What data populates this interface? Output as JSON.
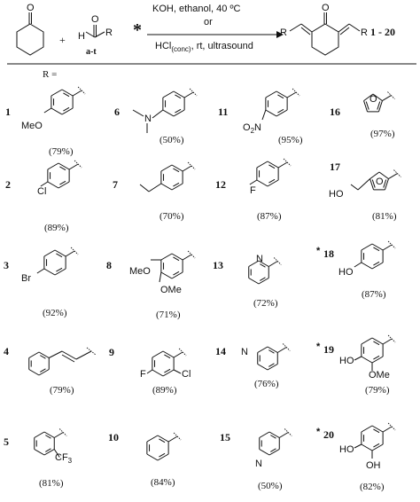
{
  "scheme": {
    "reagent_label": "a-t",
    "plus": "+",
    "star": "*",
    "conditions_top_1": "KOH, ethanol, 40 ºC",
    "conditions_top_2": "or",
    "conditions_bottom_hcl": "HCl",
    "conditions_bottom_sub": "(conc)",
    "conditions_bottom_rest": ", rt, ultrasound",
    "product_range": "1 - 20",
    "atom_O": "O",
    "atom_H": "H",
    "atom_R": "R"
  },
  "table_header": "R =",
  "compounds": [
    {
      "num": "1",
      "yield": "(79%)",
      "labels": [
        "MeO"
      ],
      "starred": false
    },
    {
      "num": "2",
      "yield": "(89%)",
      "labels": [
        "Cl"
      ],
      "starred": false
    },
    {
      "num": "3",
      "yield": "(92%)",
      "labels": [
        "Br"
      ],
      "starred": false
    },
    {
      "num": "4",
      "yield": "(79%)",
      "labels": [],
      "starred": false
    },
    {
      "num": "5",
      "yield": "(81%)",
      "labels": [
        "CF",
        "3"
      ],
      "starred": false
    },
    {
      "num": "6",
      "yield": "(50%)",
      "labels": [
        "N"
      ],
      "starred": false
    },
    {
      "num": "7",
      "yield": "(70%)",
      "labels": [],
      "starred": false
    },
    {
      "num": "8",
      "yield": "(71%)",
      "labels": [
        "MeO",
        "OMe"
      ],
      "starred": false
    },
    {
      "num": "9",
      "yield": "(89%)",
      "labels": [
        "F",
        "Cl"
      ],
      "starred": false
    },
    {
      "num": "10",
      "yield": "(84%)",
      "labels": [],
      "starred": false
    },
    {
      "num": "11",
      "yield": "(95%)",
      "labels": [
        "O",
        "2",
        "N"
      ],
      "starred": false
    },
    {
      "num": "12",
      "yield": "(87%)",
      "labels": [
        "F"
      ],
      "starred": false
    },
    {
      "num": "13",
      "yield": "(72%)",
      "labels": [
        "N"
      ],
      "starred": false
    },
    {
      "num": "14",
      "yield": "(76%)",
      "labels": [
        "N"
      ],
      "starred": false
    },
    {
      "num": "15",
      "yield": "(50%)",
      "labels": [
        "N"
      ],
      "starred": false
    },
    {
      "num": "16",
      "yield": "(97%)",
      "labels": [
        "O"
      ],
      "starred": false
    },
    {
      "num": "17",
      "yield": "(81%)",
      "labels": [
        "HO",
        "O"
      ],
      "starred": false
    },
    {
      "num": "18",
      "yield": "(87%)",
      "labels": [
        "HO"
      ],
      "starred": true
    },
    {
      "num": "19",
      "yield": "(79%)",
      "labels": [
        "HO",
        "OMe"
      ],
      "starred": true
    },
    {
      "num": "20",
      "yield": "(82%)",
      "labels": [
        "HO",
        "OH"
      ],
      "starred": true
    }
  ]
}
